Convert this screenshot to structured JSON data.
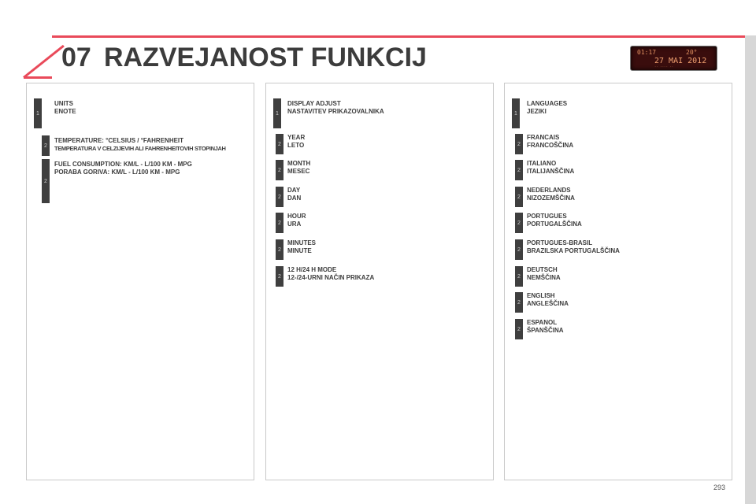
{
  "header": {
    "chapter": "07",
    "title": "RAZVEJANOST FUNKCIJ",
    "display": {
      "time": "01:17",
      "temp": "20°",
      "date": "27 MAI 2012",
      "small": "-- ---- --"
    }
  },
  "colors": {
    "accent": "#e94a5a",
    "level_box": "#3f3f3f",
    "text": "#3c3c3c"
  },
  "columns": [
    {
      "entries": [
        {
          "level": "1",
          "line1": "UNITS",
          "line2": "ENOTE"
        },
        {
          "level": "2",
          "line1": "TEMPERATURE: °CELSIUS / °FAHRENHEIT",
          "line2": "TEMPERATURA V CELZIJEVIH ALI FAHRENHEITOVIH STOPINJAH"
        },
        {
          "level": "2",
          "line1": "FUEL CONSUMPTION: KM/L - L/100 KM - MPG",
          "line2": "PORABA GORIVA: KM/L - L/100 KM - MPG"
        }
      ]
    },
    {
      "entries": [
        {
          "level": "1",
          "line1": "DISPLAY ADJUST",
          "line2": "NASTAVITEV PRIKAZOVALNIKA"
        },
        {
          "level": "2",
          "line1": "YEAR",
          "line2": "LETO"
        },
        {
          "level": "2",
          "line1": "MONTH",
          "line2": "MESEC"
        },
        {
          "level": "2",
          "line1": "DAY",
          "line2": "DAN"
        },
        {
          "level": "2",
          "line1": "HOUR",
          "line2": "URA"
        },
        {
          "level": "2",
          "line1": "MINUTES",
          "line2": "MINUTE"
        },
        {
          "level": "2",
          "line1": "12 H/24 H MODE",
          "line2": "12-/24-URNI NAČIN PRIKAZA"
        }
      ]
    },
    {
      "entries": [
        {
          "level": "1",
          "line1": "LANGUAGES",
          "line2": "JEZIKI"
        },
        {
          "level": "2",
          "line1": "FRANCAIS",
          "line2": "FRANCOŠČINA"
        },
        {
          "level": "2",
          "line1": "ITALIANO",
          "line2": "ITALIJANŠČINA"
        },
        {
          "level": "2",
          "line1": "NEDERLANDS",
          "line2": "NIZOZEMŠČINA"
        },
        {
          "level": "2",
          "line1": "PORTUGUES",
          "line2": "PORTUGALŠČINA"
        },
        {
          "level": "2",
          "line1": "PORTUGUES-BRASIL",
          "line2": "BRAZILSKA PORTUGALŠČINA"
        },
        {
          "level": "2",
          "line1": "DEUTSCH",
          "line2": "NEMŠČINA"
        },
        {
          "level": "2",
          "line1": "ENGLISH",
          "line2": "ANGLEŠČINA"
        },
        {
          "level": "2",
          "line1": "ESPANOL",
          "line2": "ŠPANŠČINA"
        }
      ]
    }
  ],
  "footer": {
    "page": "293"
  }
}
